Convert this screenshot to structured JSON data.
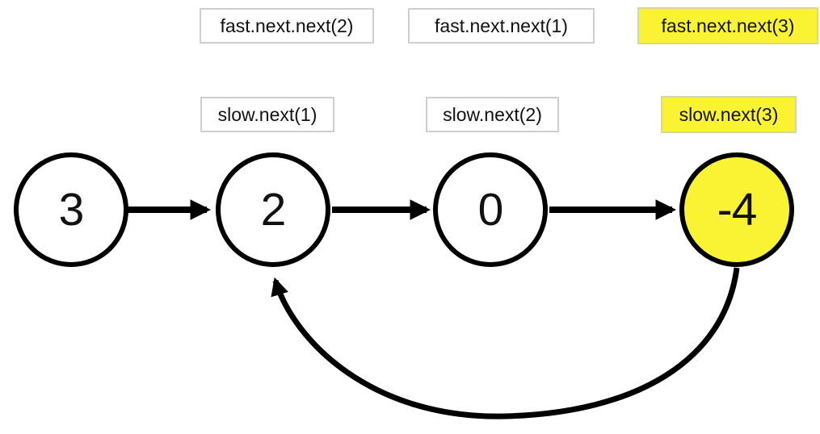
{
  "colors": {
    "highlight_yellow": "#FAF334",
    "label_border_gray": "#CFCFCF",
    "node_stroke": "#000000",
    "background": "#FFFFFF",
    "text": "#111111"
  },
  "fast_labels": [
    {
      "text": "fast.next.next(2)",
      "highlighted": false
    },
    {
      "text": "fast.next.next(1)",
      "highlighted": false
    },
    {
      "text": "fast.next.next(3)",
      "highlighted": true
    }
  ],
  "slow_labels": [
    {
      "text": "slow.next(1)",
      "highlighted": false
    },
    {
      "text": "slow.next(2)",
      "highlighted": false
    },
    {
      "text": "slow.next(3)",
      "highlighted": true
    }
  ],
  "nodes": [
    {
      "value": "3",
      "highlighted": false
    },
    {
      "value": "2",
      "highlighted": false
    },
    {
      "value": "0",
      "highlighted": false
    },
    {
      "value": "-4",
      "highlighted": true
    }
  ],
  "edges": [
    {
      "from": "3",
      "to": "2",
      "type": "next"
    },
    {
      "from": "2",
      "to": "0",
      "type": "next"
    },
    {
      "from": "0",
      "to": "-4",
      "type": "next"
    },
    {
      "from": "-4",
      "to": "2",
      "type": "cycle"
    }
  ]
}
